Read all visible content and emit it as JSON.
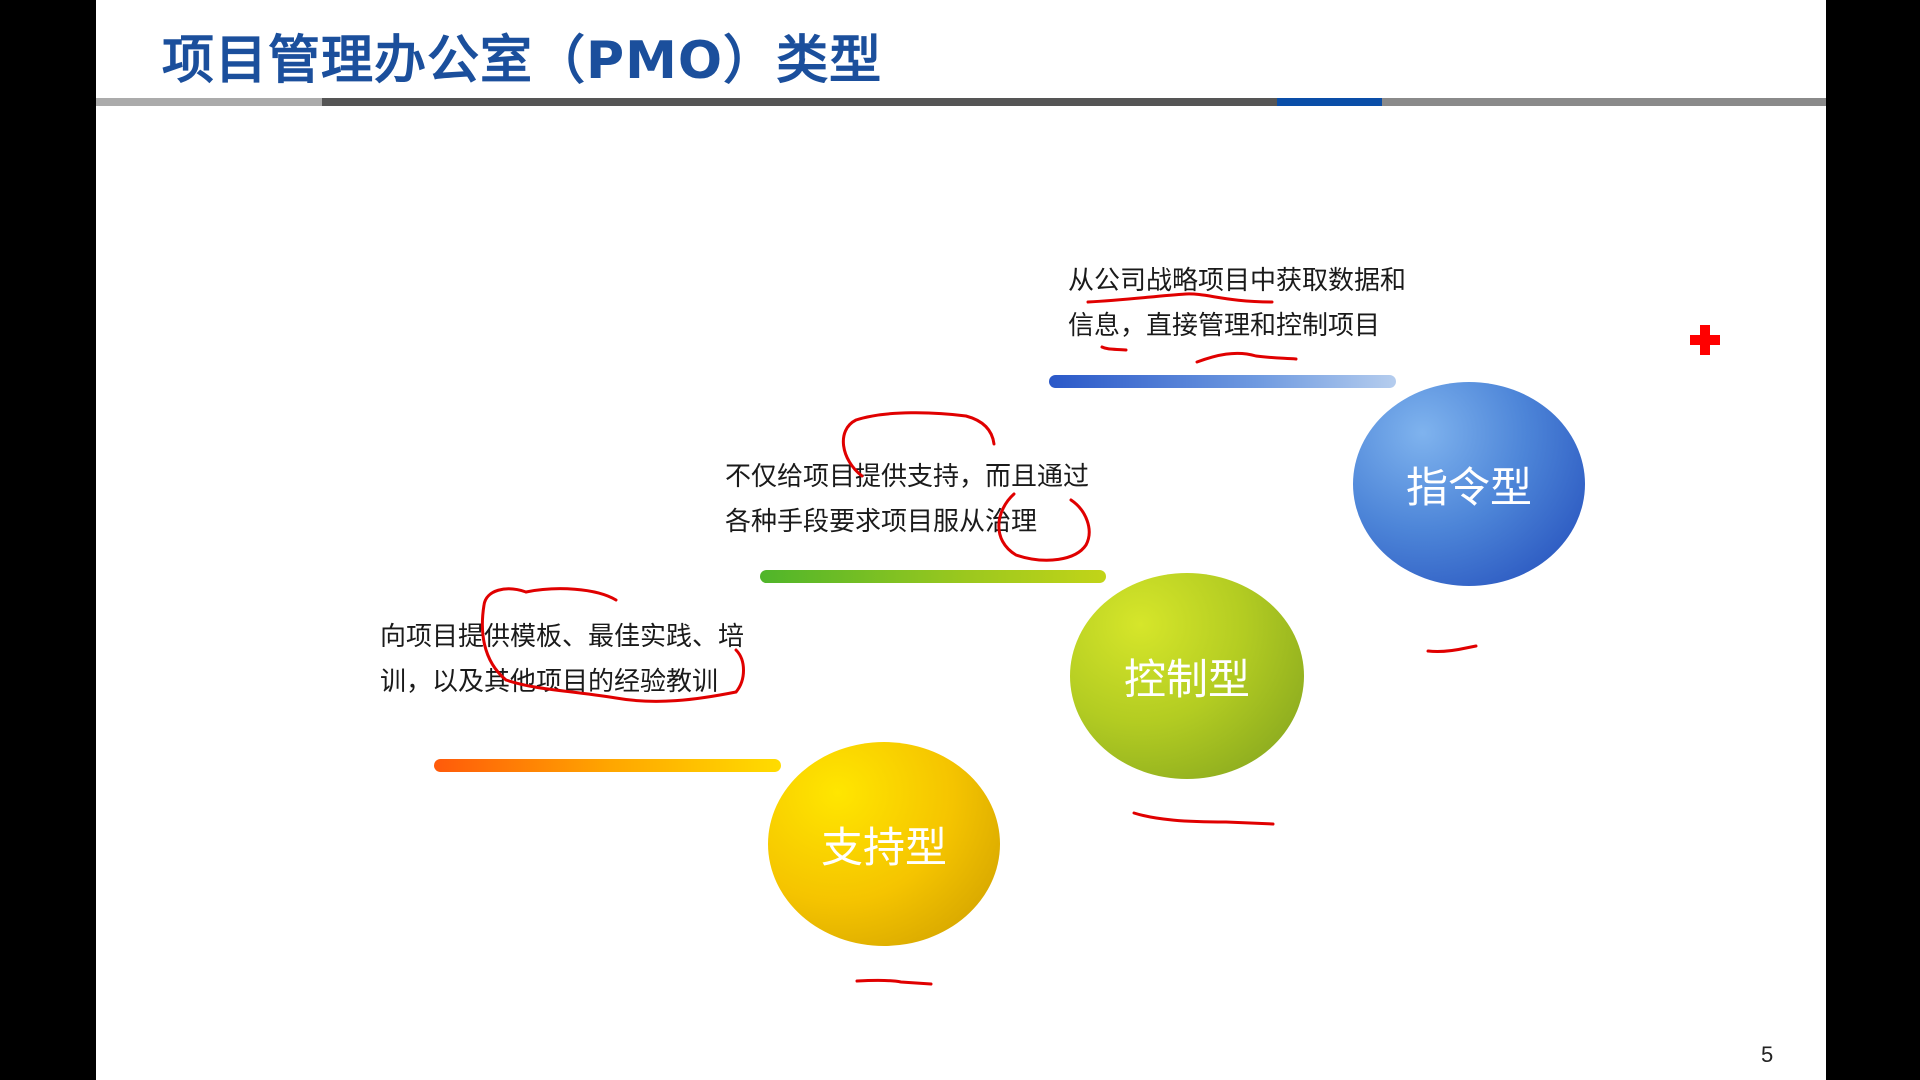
{
  "slide": {
    "title": "项目管理办公室（PMO）类型",
    "page_number": "5",
    "colors": {
      "title": "#1b4f9c",
      "divider_accent": "#0a4ea8",
      "annotation": "#e00000"
    },
    "types": [
      {
        "label": "指令型",
        "color": "#4d85d8",
        "description": [
          "从公司战略项目中获取数据和",
          "信息，直接管理和控制项目"
        ]
      },
      {
        "label": "控制型",
        "color": "#b3cc22",
        "description": [
          "不仅给项目提供支持，而且通过",
          "各种手段要求项目服从治理"
        ]
      },
      {
        "label": "支持型",
        "color": "#f5c400",
        "description": [
          "向项目提供模板、最佳实践、培",
          "训，以及其他项目的经验教训"
        ]
      }
    ],
    "cursor_icon": "red-plus-cursor"
  }
}
